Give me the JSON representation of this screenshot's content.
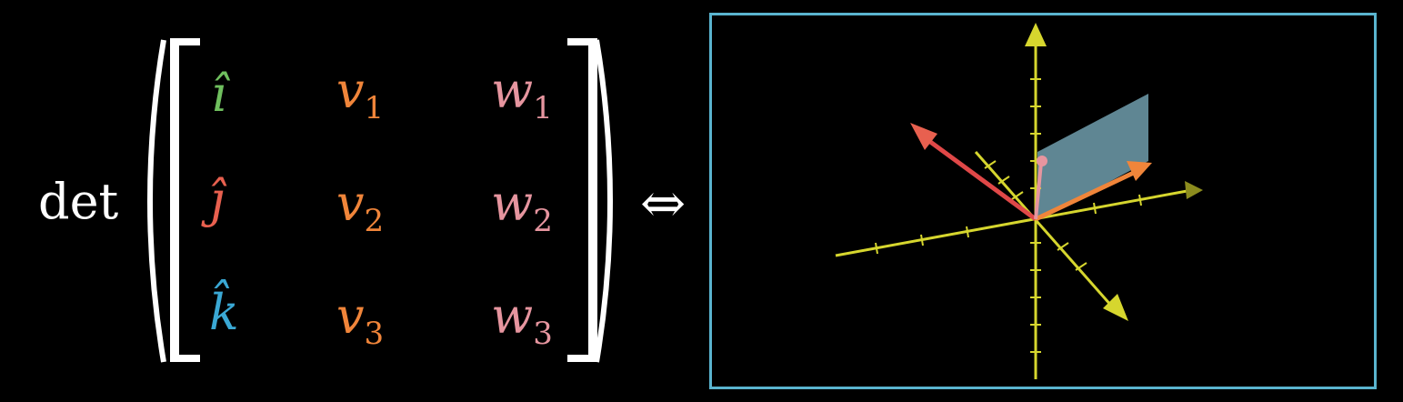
{
  "formula": {
    "operator": "det",
    "equivalence": "⇔",
    "rows": [
      {
        "basis": "î",
        "v": "v",
        "v_sub": "1",
        "w": "w",
        "w_sub": "1"
      },
      {
        "basis": "ĵ",
        "v": "v",
        "v_sub": "2",
        "w": "w",
        "w_sub": "2"
      },
      {
        "basis": "k̂",
        "v": "v",
        "v_sub": "3",
        "w": "w",
        "w_sub": "3"
      }
    ]
  },
  "colors": {
    "i_hat": "#6fbf5e",
    "j_hat": "#e8604f",
    "k_hat": "#3aa8d4",
    "v": "#f0853a",
    "w": "#e6959f",
    "axes": "#d6d62e",
    "panel_border": "#5ab4cf",
    "plane": "#7fb3c4"
  }
}
